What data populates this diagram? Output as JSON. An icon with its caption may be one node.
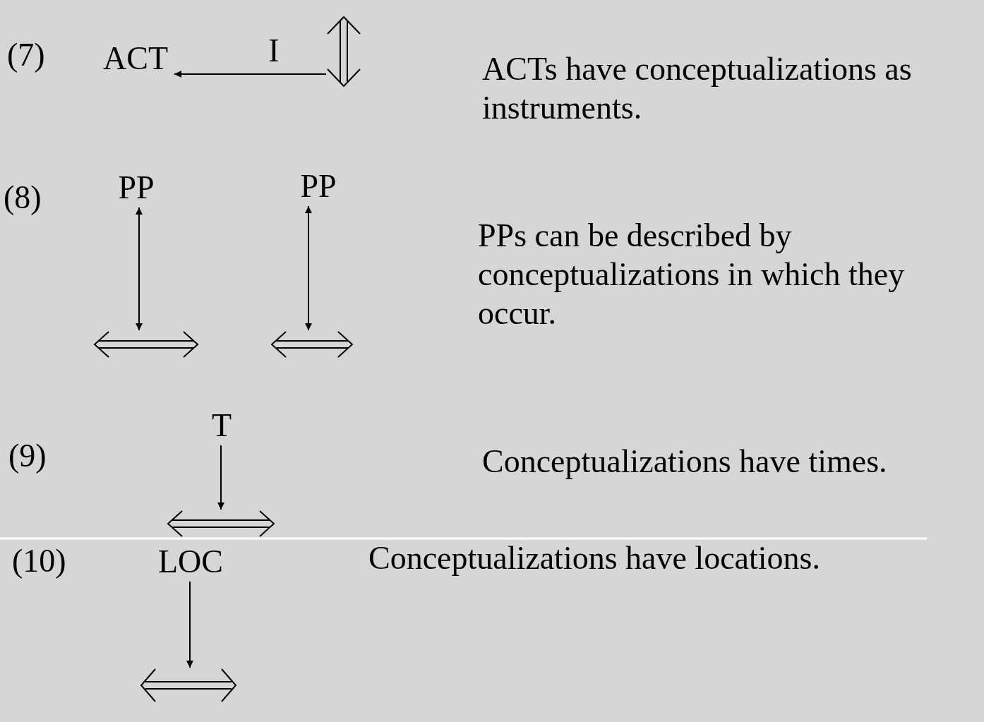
{
  "diagram": {
    "nodes": [
      {
        "text": [
          "ACT"
        ]
      },
      {
        "text": [],
        "shape": "arrow"
      },
      {
        "text": [
          "PP"
        ]
      },
      {
        "text": [
          "PP"
        ]
      },
      {
        "text": [],
        "shape": "arrow"
      },
      {
        "text": [],
        "shape": "arrow"
      },
      {
        "text": [
          "T"
        ]
      },
      {
        "text": [],
        "shape": "arrow"
      },
      {
        "text": [
          "LOC"
        ]
      },
      {
        "text": [],
        "shape": "arrow"
      }
    ],
    "edges": [
      {
        "from": 1,
        "to": 0,
        "arrow": "to",
        "label": "I"
      },
      {
        "from": 2,
        "to": 4,
        "arrow": "both"
      },
      {
        "from": 3,
        "to": 5,
        "arrow": "both"
      },
      {
        "from": 6,
        "to": 7,
        "arrow": "to"
      },
      {
        "from": 8,
        "to": 9,
        "arrow": "to"
      }
    ],
    "labels": [
      "(7)",
      "ACTs have conceptualizations as instruments.",
      "(8)",
      "PPs can be described by conceptualizations in which they occur.",
      "(9)",
      "Conceptualizations have times.",
      "(10)",
      "Conceptualizations have locations."
    ]
  }
}
